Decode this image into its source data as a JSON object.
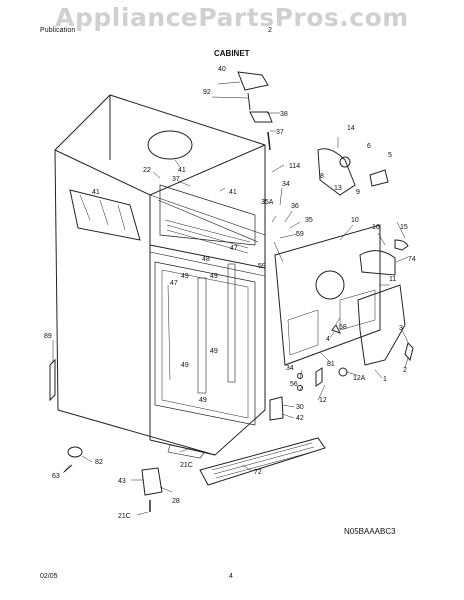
{
  "header": {
    "publication": "Publication",
    "model_partial": "2",
    "watermark": "AppliancePartsPros.com"
  },
  "section_title": "CABINET",
  "diagram_code": "N05BAAABC3",
  "footer": {
    "date": "02/05",
    "page_number": "4"
  },
  "callouts": {
    "c40": "40",
    "c92": "92",
    "c38": "38",
    "c37": "37",
    "c14": "14",
    "c22": "22",
    "c41a": "41",
    "c41b": "41",
    "c41c": "41",
    "c37b": "37",
    "c114": "114",
    "c34a": "34",
    "c35a": "35A",
    "c36": "36",
    "c35": "35",
    "c59a": "59",
    "c59b": "59",
    "c8": "8",
    "c6": "6",
    "c13": "13",
    "c9": "9",
    "c5": "5",
    "c10": "10",
    "c15": "15",
    "c16": "16",
    "c74": "74",
    "c47a": "47",
    "c47b": "47",
    "c48": "48",
    "c49a": "49",
    "c49b": "49",
    "c49c": "49",
    "c49d": "49",
    "c49e": "49",
    "c11": "11",
    "c58": "58",
    "c4": "4",
    "c3": "3",
    "c2": "2",
    "c81": "81",
    "c12a": "12A",
    "c1": "1",
    "c89": "89",
    "c34b": "34",
    "c56": "56",
    "c12": "12",
    "c30": "30",
    "c42": "42",
    "c82": "82",
    "c21c_a": "21C",
    "c72": "72",
    "c43": "43",
    "c28": "28",
    "c63": "63",
    "c21c_b": "21C"
  }
}
